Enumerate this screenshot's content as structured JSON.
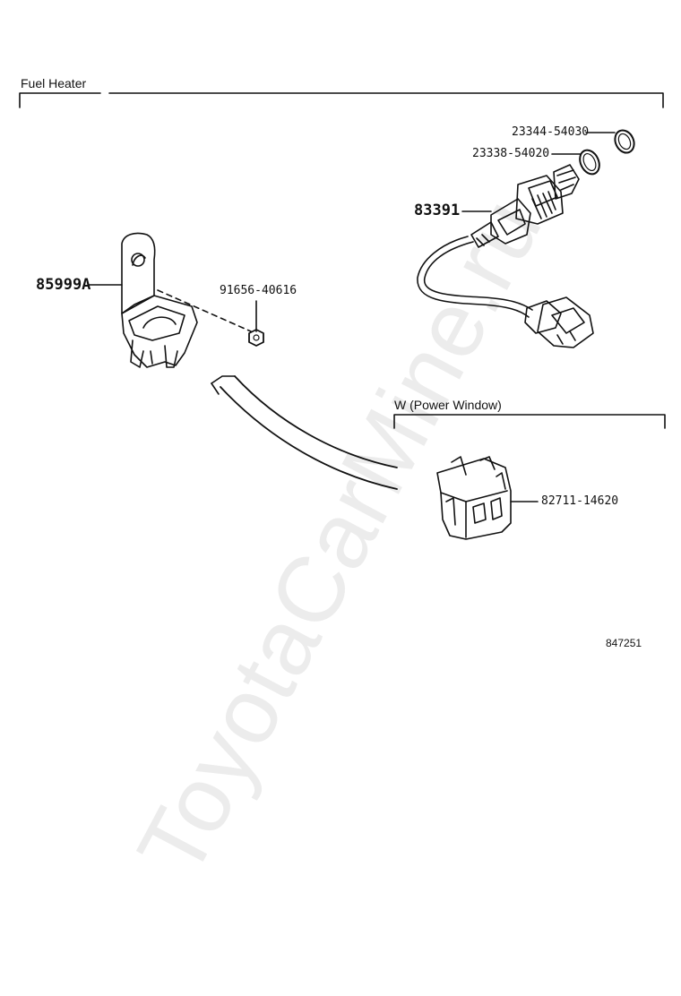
{
  "watermark": "ToyotaCarMine.ru",
  "sections": {
    "fuel_heater": "Fuel Heater",
    "power_window": "W (Power Window)"
  },
  "parts": {
    "gasket_small": "23344-54030",
    "gasket_large": "23338-54020",
    "sensor": "83391",
    "bracket": "85999A",
    "nut": "91656-40616",
    "clamp": "82711-14620"
  },
  "figure_id": "847251"
}
